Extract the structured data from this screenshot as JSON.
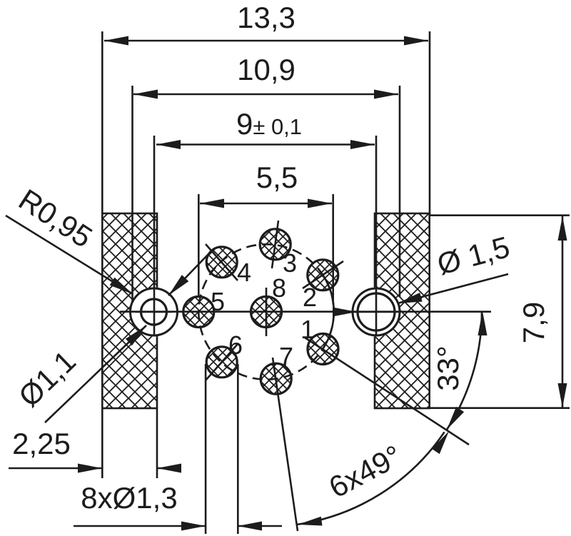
{
  "drawing": {
    "type": "technical-dimension-drawing",
    "subject": "8-pin circular connector footprint",
    "colors": {
      "line": "#1c1c1c",
      "background": "#ffffff"
    },
    "dims": {
      "outer_width": "13,3",
      "cutout_width": "10,9",
      "hole_spacing": "9",
      "hole_spacing_tol": "± 0,1",
      "pitch_circle_dia": "5,5",
      "cutout_radius": "R0,95",
      "left_hole_dia": "Ø1,1",
      "block_width": "2,25",
      "pattern_hole_dia": "8xØ1,3",
      "right_hole_dia": "Ø 1,5",
      "block_height": "7,9",
      "first_hole_angle": "33°",
      "hole_pitch_angle": "6x49°"
    },
    "pins": [
      "1",
      "2",
      "3",
      "4",
      "5",
      "6",
      "7",
      "8"
    ]
  }
}
